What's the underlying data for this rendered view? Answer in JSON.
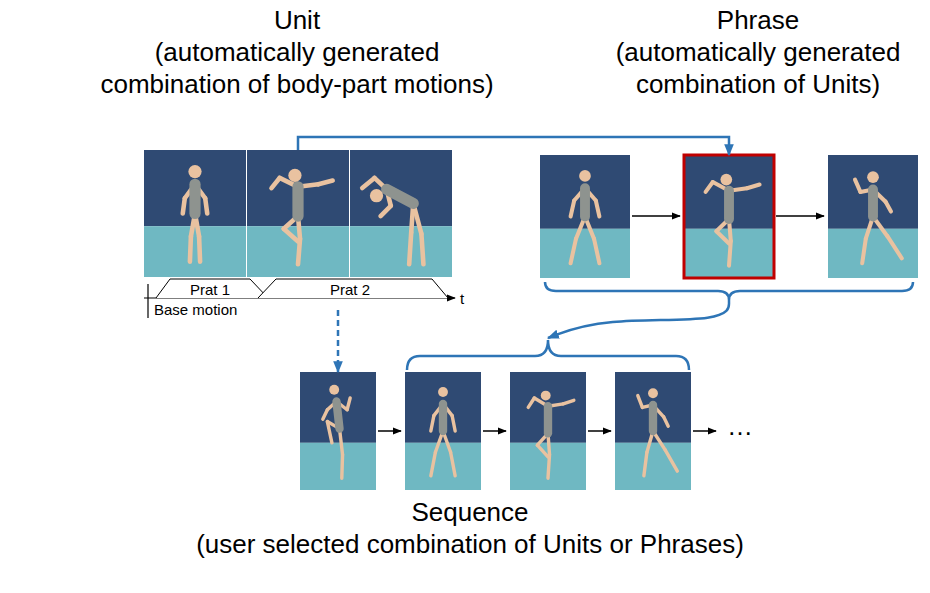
{
  "diagram": {
    "nodes": [
      {
        "text": [
          "Unit",
          "(automatically generated combination of body-part motions)"
        ]
      },
      {
        "text": [
          "Phrase",
          "(automatically generated combination of Units)"
        ]
      },
      {
        "text": [
          "Sequence",
          "(user selected combination of Units or Phrases)"
        ]
      }
    ],
    "edges": [
      {
        "from": 0,
        "to": 1,
        "arrow": "to"
      },
      {
        "from": 0,
        "to": 2,
        "arrow": "to"
      },
      {
        "from": 1,
        "to": 2,
        "arrow": "to"
      }
    ],
    "labels": [
      "Prat 1",
      "Prat 2",
      "Base motion",
      "t",
      "…"
    ]
  }
}
